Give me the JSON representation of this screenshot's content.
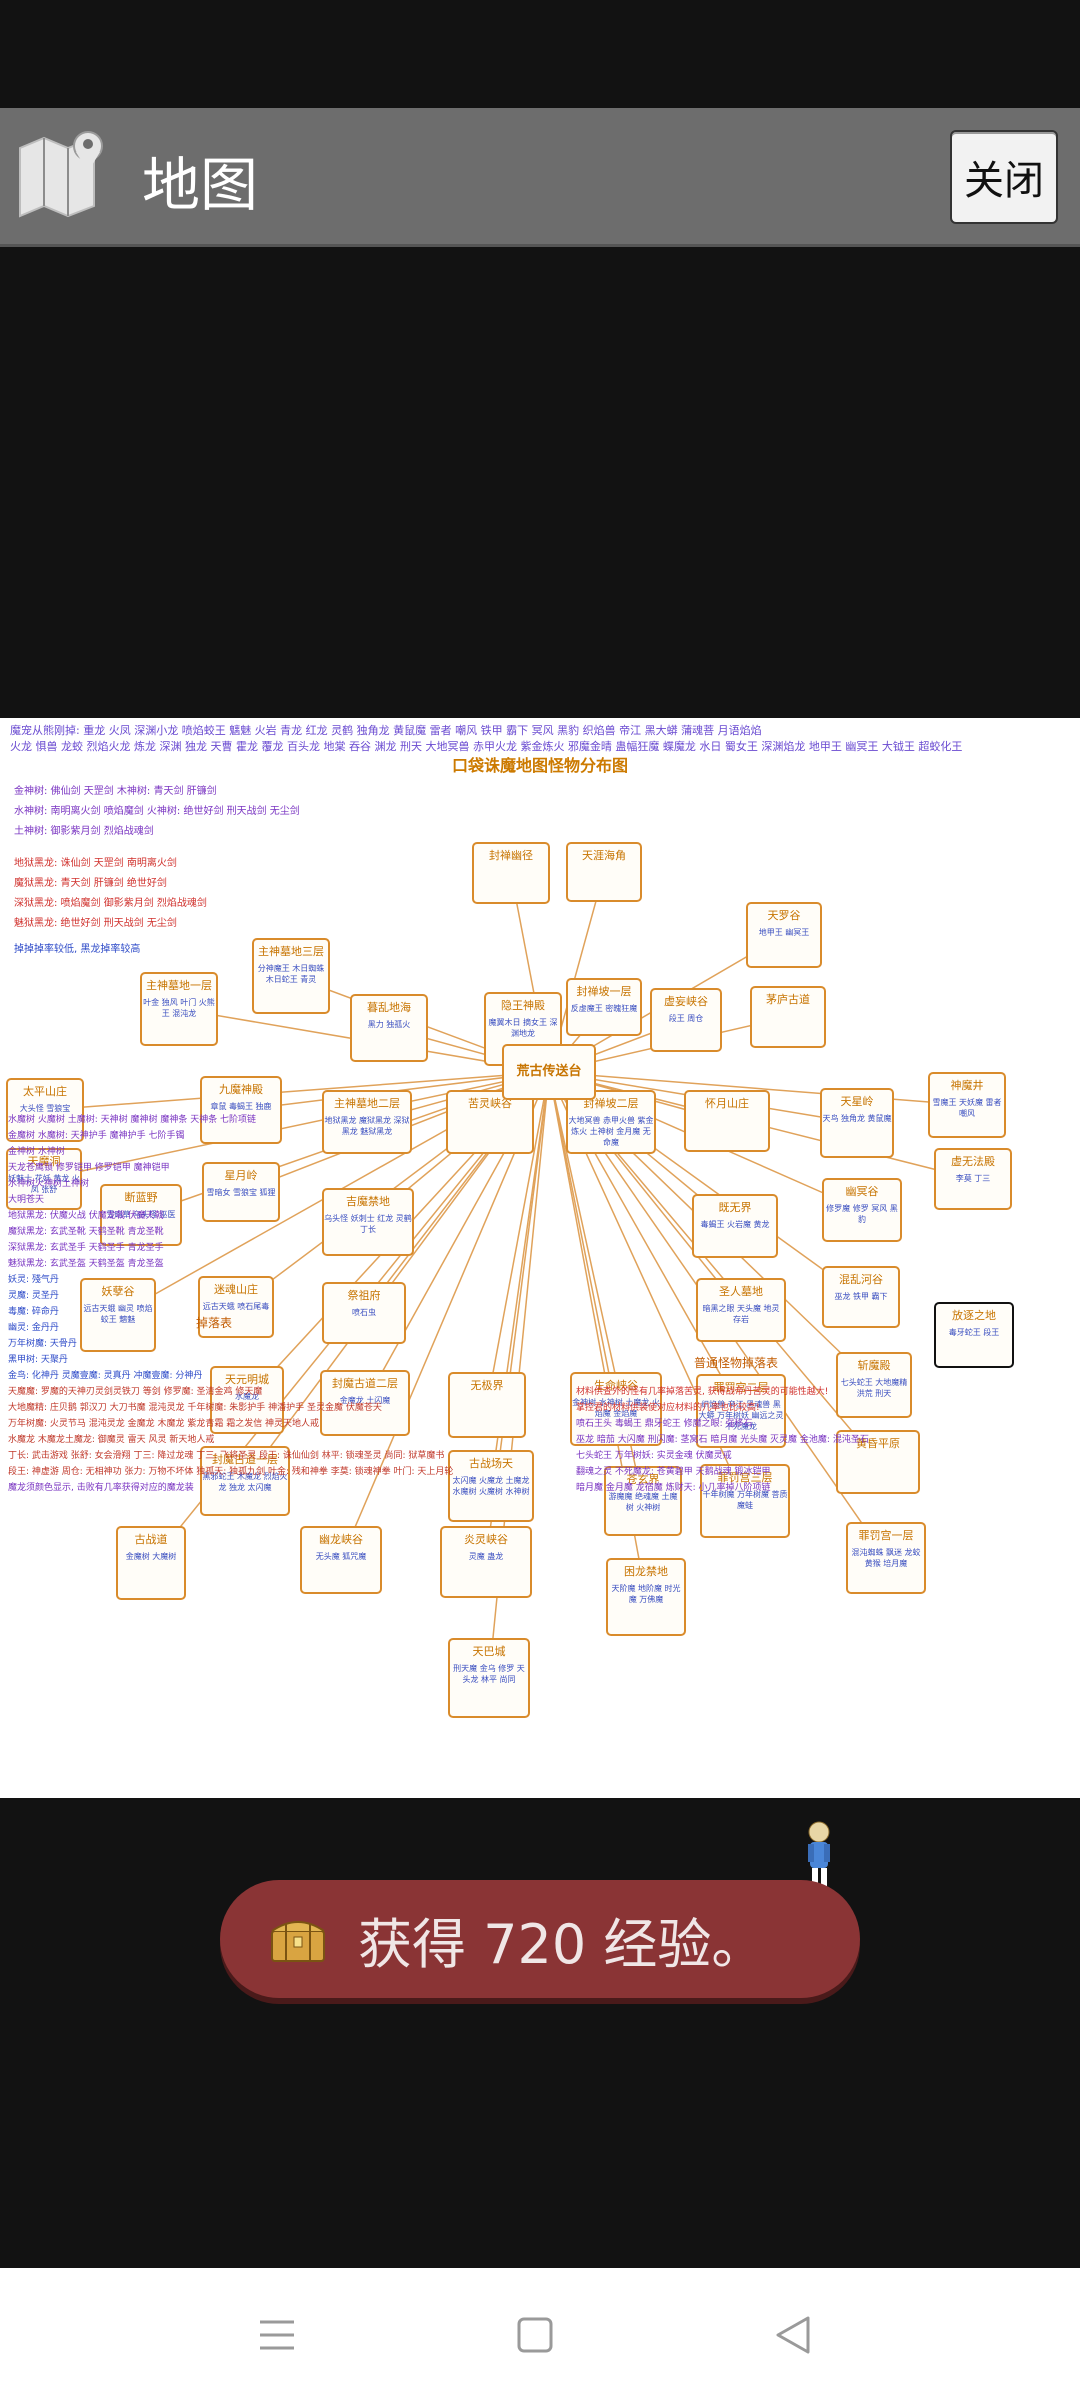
{
  "header": {
    "title": "地图",
    "close_label": "关闭",
    "icon": "map-icon"
  },
  "map": {
    "top_line_1": "魔宠从熊刚掉: 重龙 火凤 深渊小龙 喷焰蛟王 魑魅 火岩 青龙 红龙 灵鹤 独角龙 黄鼠魔 雷者 嘲风 铁甲 霸下 冥风 黑豹 织焰兽 帝江 黑大蟒 蒲魂菩 月语焰焰",
    "top_line_2": "火龙 惧兽 龙蛟 烈焰火龙 炼龙 深渊 独龙 天曹 霍龙 覆龙 百头龙 地棠 吞谷 渊龙 刑天 大地冥兽 赤甲火龙 紫金炼火 邪魔金晴 蛊幅狂魔 蝶魔龙 水日 蜀女王 深渊焰龙 地甲王 幽冥王 大钺王 超蛟化王",
    "title": "口袋诛魔地图怪物分布图",
    "notes_purple": [
      "金神树: 佛仙剑 天罡剑 木神树: 青天剑 肝镰剑",
      "水神树: 南明离火剑 喷焰魔剑 火神树: 绝世好剑 刑天战剑 无尘剑",
      "土神树: 御影紫月剑 烈焰战魂剑"
    ],
    "notes_red": [
      "地狱黑龙: 诛仙剑 天罡剑 南明离火剑",
      "魔狱黑龙: 青天剑 肝镰剑 绝世好剑",
      "深狱黑龙: 喷焰魔剑 御影紫月剑 烈焰战魂剑",
      "魅狱黑龙: 绝世好剑 刑天战剑 无尘剑"
    ],
    "note_blue": "掉掉掉率较低, 黑龙掉率较高",
    "center_label": "荒古传送台",
    "nodes": [
      {
        "name": "封禅幽径",
        "sub": ""
      },
      {
        "name": "天涯海角",
        "sub": ""
      },
      {
        "name": "天罗谷",
        "sub": "地甲王 幽冥王"
      },
      {
        "name": "主神墓地三层",
        "sub": "分神魔王 木日蜘蛛 木日蛇王 青灵"
      },
      {
        "name": "主神墓地一层",
        "sub": "叶金 独风 叶门 火熊王 混沌龙"
      },
      {
        "name": "暮乱地海",
        "sub": "黑力 独孤火"
      },
      {
        "name": "隐王神殿",
        "sub": "魔翼木日 摘女王 深渊地龙"
      },
      {
        "name": "封禅坡一层",
        "sub": "反虚魔王 密魄狂魔"
      },
      {
        "name": "虚妄峡谷",
        "sub": "段王 周仓"
      },
      {
        "name": "茅庐古道",
        "sub": ""
      },
      {
        "name": "太平山庄",
        "sub": "大头怪 雪狼宝"
      },
      {
        "name": "九魔神殿",
        "sub": "章鼠 毒蝎王 独鹿"
      },
      {
        "name": "主神墓地二层",
        "sub": "地狱黑龙 魔狱黑龙 深狱黑龙 魅狱黑龙"
      },
      {
        "name": "苦灵峡谷",
        "sub": ""
      },
      {
        "name": "封禅坡二层",
        "sub": "大地冥兽 赤甲火兽 紫金炼火 土神树 金月魔 无命魔"
      },
      {
        "name": "怀月山庄",
        "sub": ""
      },
      {
        "name": "天星岭",
        "sub": "天鸟 独角龙 黄鼠魔"
      },
      {
        "name": "神魔井",
        "sub": "雪魔王 天妖魔 雷者 嘲风"
      },
      {
        "name": "虚无法殿",
        "sub": "李莫 丁三"
      },
      {
        "name": "天魔洞",
        "sub": "妖魅士 花妖 黄龙 火凤 张舒"
      },
      {
        "name": "断蓝野",
        "sub": "雪暗草 乌头怪 巫医"
      },
      {
        "name": "星月岭",
        "sub": "雪暗女 雪狼宝 狐狸"
      },
      {
        "name": "吉魔禁地",
        "sub": "乌头怪 妖刺士 红龙 灵鹤 丁长"
      },
      {
        "name": "既无界",
        "sub": "毒蝎王 火岩魔 黄龙"
      },
      {
        "name": "幽冥谷",
        "sub": "修罗魔 修罗 冥风 黑豹"
      },
      {
        "name": "妖孽谷",
        "sub": "远古天蛾 幽灵 喷焰蛟王 魑魅"
      },
      {
        "name": "迷魂山庄",
        "sub": "远古天蛾 喷石尾毒"
      },
      {
        "name": "祭祖府",
        "sub": "喷石虫"
      },
      {
        "name": "圣人墓地",
        "sub": "暗黑之眼 天头魔 地灵 存岩"
      },
      {
        "name": "混乱河谷",
        "sub": "巫龙 铁甲 霸下"
      },
      {
        "name": "放逐之地",
        "sub": "毒牙蛇王 段王"
      },
      {
        "name": "天元明城",
        "sub": "水魔龙"
      },
      {
        "name": "封魔古道二层",
        "sub": "金魔龙 土闪魔"
      },
      {
        "name": "无极界",
        "sub": ""
      },
      {
        "name": "生命峡谷",
        "sub": "金神树 水神树 土魔龙 火焰魔 金焰魔"
      },
      {
        "name": "罪罚宫二层",
        "sub": "织焰兽 帝江 黑魂兽 黑大蟒 万年树妖 幽远之灵 不死魔龙"
      },
      {
        "name": "斩魔殿",
        "sub": "七头蛇王 大地魔精 洪荒 刑天"
      },
      {
        "name": "封魔古道一层",
        "sub": "黑邪蛇王 木魔龙 烈焰火龙 独龙 太闪魔"
      },
      {
        "name": "古战场天",
        "sub": "太闪魔 火魔龙 土魔龙 水魔树 火魔树 水神树"
      },
      {
        "name": "苍玄界",
        "sub": "游魔魔 绝魂魔 土魔树 火神树"
      },
      {
        "name": "罪罚宫三层",
        "sub": "千年树魔 万年树魔 菩质魔蛙"
      },
      {
        "name": "黄昏平原",
        "sub": ""
      },
      {
        "name": "古战道",
        "sub": "金魔树 大魔树"
      },
      {
        "name": "幽龙峡谷",
        "sub": "无头魔 狐咒魔"
      },
      {
        "name": "炎灵峡谷",
        "sub": "灵魔 蛊龙"
      },
      {
        "name": "罪罚宫一层",
        "sub": "混沌蜘蛛 飘迷 龙蛟 黄猴 培月魔"
      },
      {
        "name": "困龙禁地",
        "sub": "天阶魔 地阶魔 时光魔 万佛魔"
      },
      {
        "name": "天巴城",
        "sub": "刑天魔 金乌 修罗 天头龙 林平 尚同"
      }
    ],
    "drop_table_label": "掉落表",
    "normal_drop_label": "普通怪物掉落表",
    "bottom_left": [
      "水魔树 火魔树 土魔树: 天神树 魔神树 魔神条 天神条 七阶项链",
      "金魔树 水魔树: 天神护手 魔神护手 七阶手镯",
      "金神树 水神树",
      "天龙苍鹰锁 修罗铠甲 修罗铠甲 魔神铠甲",
      "水神树火神树土神树",
      "大明苍天",
      "地狱黑龙: 伏魔火战 伏魔龙戟 伏魔天戟",
      "魔狱黑龙: 玄武圣靴 天鹤圣靴 青龙圣靴",
      "深狱黑龙: 玄武圣手 天鹤圣手 青龙圣手",
      "魅狱黑龙: 玄武圣盔 天鹤圣盔 青龙圣盔",
      "",
      "妖灵: 殘气丹",
      "灵魔: 灵圣丹",
      "毒魔: 碎命丹",
      "幽灵: 金丹丹",
      "万年树魔: 天骨丹",
      "黑甲树: 天聚丹",
      "金鸟: 化神丹 灵魔壹魔: 灵真丹 冲魔壹魔: 分神丹",
      "天魔魔: 罗魔的天神刃灵剑灵铁刀 等剑 修罗魔: 圣清金鸡 修天魔",
      "大地魔精: 庄贝鹅 郭汉刀 大刀书魔 混沌灵龙 千年树魔: 朱影护手 神潘护手 圣灵金魔 伏魔苍天",
      "万年树魔: 火灵节马 混沌灵龙 金魔龙 木魔龙 紫龙青霜 霜之发信 神灵天地人戒",
      "水魔龙 木魔龙土魔龙: 御魔灵 雷天 风灵 新天地人戒",
      "丁长: 武击游戏 张舒: 女会滑翔 丁三: 降过龙魂 丁三: 飞将圣灵 段王: 诛仙仙剑 林平: 锁魂圣灵 尚同: 狱草魔书",
      "段王: 神虚游 周仓: 无相神功 张力: 万物不坏体 独孤天: 独孤九剑 叶金: 残和神拳 李莫: 锁魂神拳 叶门: 天上月轮",
      "魔龙须颜色显示, 击败有几率获得对应的魔龙装"
    ],
    "bottom_right": [
      "材料供查外的怪有几率掉落苦灵, 获得战帝丹苦灵的可能性越大!",
      "掌控君的材料供装使对应材料的几率也比较高!",
      "喷石王头 毒蝎王 鼎牙蛇王 修魔之眼: 强移石",
      "巫龙 暗茄 大闪魔 刑闪魔: 茎窝石  暗月魔 光头魔 灭灵魔 金池魔: 混沌圣石",
      "七头蛇王 万年树妖: 实灵金魂 伏魔灵戒",
      "翻魂之灵 不死魔龙: 苍黄碧甲 天鹅战魂 锻冰铠甲",
      "暗月魔 金月魔 龙宿魔 炼财天: 小几率掉八阶项链"
    ]
  },
  "toast": {
    "text": "获得 720 经验。",
    "icon": "treasure-chest-icon"
  },
  "navbar": {
    "menu_icon": "menu-icon",
    "home_icon": "home-square-icon",
    "back_icon": "back-triangle-icon"
  },
  "colors": {
    "header_bg": "#6d6d6d",
    "toast_bg": "#8a3435",
    "node_border": "#d98b2b",
    "background": "#121212"
  }
}
